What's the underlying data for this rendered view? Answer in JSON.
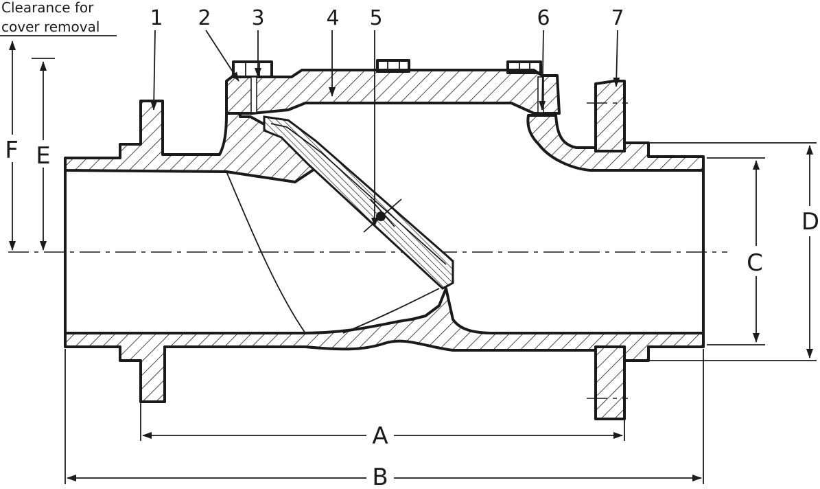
{
  "clearance_note": {
    "line1": "Clearance for",
    "line2": "cover removal"
  },
  "callouts": [
    "1",
    "2",
    "3",
    "4",
    "5",
    "6",
    "7"
  ],
  "dimensions": {
    "A": "A",
    "B": "B",
    "C": "C",
    "D": "D",
    "E": "E",
    "F": "F"
  },
  "colors": {
    "line": "#1a1a1a",
    "background": "#ffffff"
  }
}
